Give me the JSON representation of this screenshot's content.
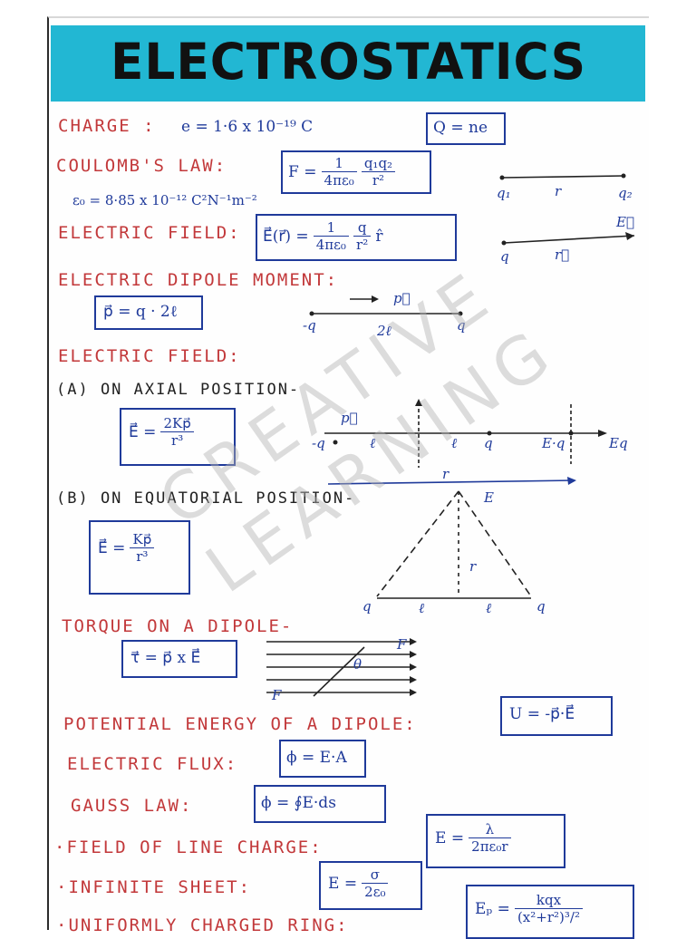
{
  "title": "ELECTROSTATICS",
  "watermark": "CREATIVE\nLEARNING",
  "charge": {
    "label": "CHARGE :",
    "formula": "e = 1·6 x 10⁻¹⁹ C",
    "boxed": "Q = ne"
  },
  "coulomb": {
    "label": "COULOMB'S LAW:",
    "lhs": "F =",
    "num1": "1",
    "den1": "4πε₀",
    "num2": "q₁q₂",
    "den2": "r²",
    "eps": "ε₀ = 8·85 x 10⁻¹² C²N⁻¹m⁻²",
    "diagram": {
      "q1": "q₁",
      "r": "r",
      "q2": "q₂"
    }
  },
  "field": {
    "label": "ELECTRIC FIELD:",
    "lhs": "E⃗(r⃗) =",
    "num1": "1",
    "den1": "4πε₀",
    "num2": "q",
    "den2": "r²",
    "tail": "r̂",
    "diagram": {
      "E": "E⃗",
      "q": "q",
      "r": "r⃗"
    }
  },
  "dipole": {
    "label": "ELECTRIC DIPOLE MOMENT:",
    "boxed": "p⃗ = q · 2ℓ",
    "diagram": {
      "p": "p⃗",
      "neg": "-q",
      "len": "2ℓ",
      "pos": "q"
    }
  },
  "field2": {
    "label": "ELECTRIC FIELD:"
  },
  "axial": {
    "label": "(A) ON AXIAL POSITION-",
    "lhs": "E⃗ =",
    "num": "2Kp⃗",
    "den": "r³",
    "diagram": {
      "p": "p⃗",
      "neg": "-q",
      "l1": "ℓ",
      "l2": "ℓ",
      "pos": "q",
      "e": "E·q",
      "eq": "Eq",
      "r": "r"
    }
  },
  "equatorial": {
    "label": "(B) ON EQUATORIAL POSITION-",
    "lhs": "E⃗ =",
    "num": "Kp⃗",
    "den": "r³",
    "diagram": {
      "E": "E",
      "r": "r",
      "q1": "q",
      "l1": "ℓ",
      "l2": "ℓ",
      "q2": "q"
    }
  },
  "torque": {
    "label": "TORQUE ON A DIPOLE-",
    "boxed": "τ⃗ = p⃗ x E⃗",
    "diagram": {
      "F1": "F",
      "F2": "F",
      "angle": "θ"
    }
  },
  "potential": {
    "label": "POTENTIAL ENERGY OF A DIPOLE:",
    "boxed": "U = -p⃗·E⃗"
  },
  "flux": {
    "label": "ELECTRIC FLUX:",
    "boxed": "ϕ = E·A"
  },
  "gauss": {
    "label": "GAUSS LAW:",
    "boxed": "ϕ = ∮E·ds"
  },
  "line": {
    "label": "·FIELD OF LINE CHARGE:",
    "lhs": "E =",
    "num": "λ",
    "den": "2πε₀r"
  },
  "sheet": {
    "label": "·INFINITE SHEET:",
    "lhs": "E =",
    "num": "σ",
    "den": "2ε₀"
  },
  "ring": {
    "label": "·UNIFORMLY CHARGED RING:",
    "lhs": "Eₚ =",
    "num": "kqx",
    "den": "(x²+r²)³/²"
  }
}
